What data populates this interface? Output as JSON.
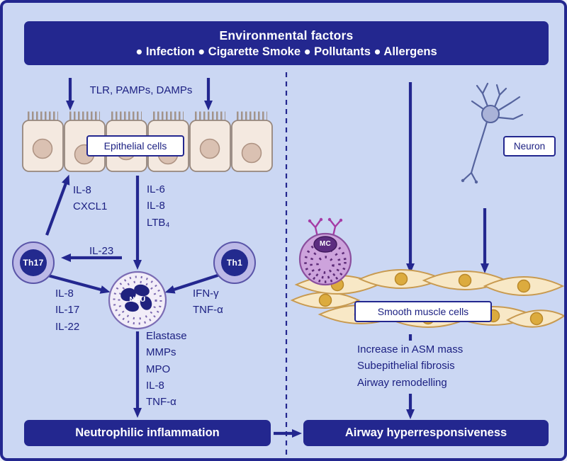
{
  "colors": {
    "navy": "#23278f",
    "background": "#cbd7f3",
    "text": "#1c2082"
  },
  "header": {
    "line1": "Environmental factors",
    "line2": "● Infection ● Cigarette Smoke ● Pollutants ● Allergens"
  },
  "left": {
    "receptors_label": "TLR, PAMPs, DAMPs",
    "epithelial_box": "Epithelial cells",
    "chemokines_to_th17": "IL-8\nCXCL1",
    "epithelial_cytokines": "IL-6\nIL-8\nLTB₄",
    "il23_label": "IL-23",
    "th17_label": "Th17",
    "th1_label": "Th1",
    "neu_label": "NEU",
    "th17_cytokines": "IL-8\nIL-17\nIL-22",
    "th1_cytokines": "IFN-γ\nTNF-α",
    "neutrophil_products": "Elastase\nMMPs\nMPO\nIL-8\nTNF-α",
    "outcome_banner": "Neutrophilic inflammation"
  },
  "right": {
    "neuron_box": "Neuron",
    "mast_cell_label": "MC",
    "smooth_muscle_box": "Smooth muscle cells",
    "effects": "Increase in ASM mass\nSubepithelial fibrosis\nAirway remodelling",
    "outcome_banner": "Airway hyperresponsiveness"
  }
}
